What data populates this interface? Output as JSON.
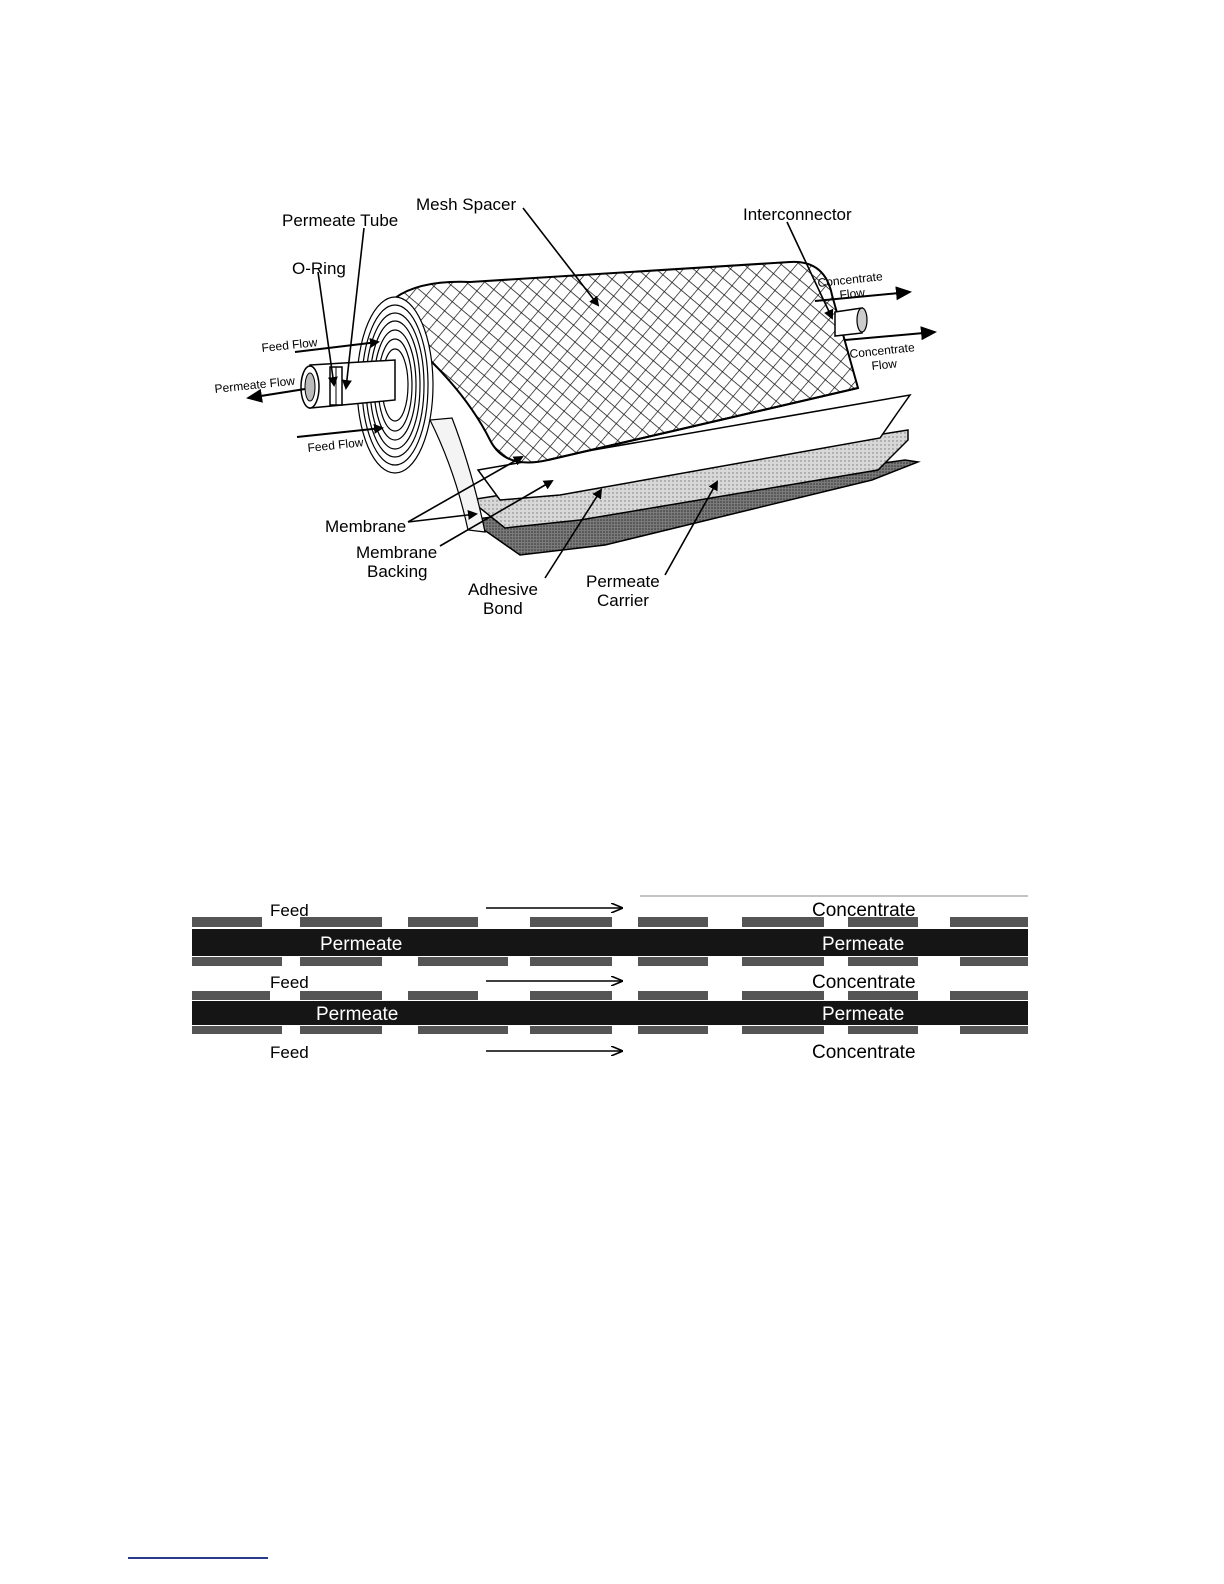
{
  "figure1": {
    "labels": {
      "mesh_spacer": "Mesh Spacer",
      "permeate_tube": "Permeate Tube",
      "o_ring": "O-Ring",
      "interconnector": "Interconnector",
      "feed_flow_top": "Feed Flow",
      "feed_flow_bottom": "Feed Flow",
      "permeate_flow": "Permeate Flow",
      "concentrate_flow_upper": [
        "Concentrate",
        "Flow"
      ],
      "concentrate_flow_lower": [
        "Concentrate",
        "Flow"
      ],
      "membrane": "Membrane",
      "membrane_backing": [
        "Membrane",
        "Backing"
      ],
      "adhesive_bond": [
        "Adhesive",
        "Bond"
      ],
      "permeate_carrier": [
        "Permeate",
        "Carrier"
      ]
    }
  },
  "figure2": {
    "rows": [
      {
        "left": "Feed",
        "right": "Concentrate"
      },
      {
        "left": "Permeate",
        "right": "Permeate"
      },
      {
        "left": "Feed",
        "right": "Concentrate"
      },
      {
        "left": "Permeate",
        "right": "Permeate"
      },
      {
        "left": "Feed",
        "right": "Concentrate"
      }
    ]
  }
}
